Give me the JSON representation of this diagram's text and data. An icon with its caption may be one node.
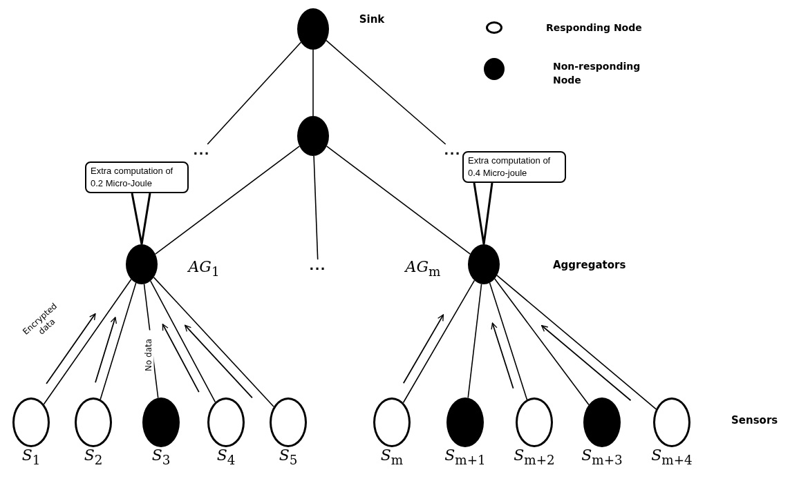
{
  "diagram": {
    "nodes": [
      {
        "text": [],
        "shape": "circle",
        "beside": [
          "Sink"
        ]
      },
      {
        "text": [],
        "shape": "circle"
      },
      {
        "text": [
          "..."
        ]
      },
      {
        "text": [
          "..."
        ]
      },
      {
        "text": [],
        "shape": "circle",
        "beside": [
          "*AG*$_{1}$"
        ]
      },
      {
        "text": [
          "..."
        ]
      },
      {
        "text": [],
        "shape": "circle",
        "beside": [
          "*AG*$_{m}$"
        ]
      },
      {
        "text": [],
        "shape": "circle",
        "beside": [
          "*S*$_{1}$"
        ]
      },
      {
        "text": [],
        "shape": "circle",
        "beside": [
          "*S*$_{2}$"
        ]
      },
      {
        "text": [],
        "shape": "circle",
        "beside": [
          "*S*$_{3}$"
        ]
      },
      {
        "text": [],
        "shape": "circle",
        "beside": [
          "*S*$_{4}$"
        ]
      },
      {
        "text": [],
        "shape": "circle",
        "beside": [
          "*S*$_{5}$"
        ]
      },
      {
        "text": [],
        "shape": "circle",
        "beside": [
          "*S*$_{m}$"
        ]
      },
      {
        "text": [],
        "shape": "circle",
        "beside": [
          "*S*$_{m+1}$"
        ]
      },
      {
        "text": [],
        "shape": "circle",
        "beside": [
          "*S*$_{m+2}$"
        ]
      },
      {
        "text": [],
        "shape": "circle",
        "beside": [
          "*S*$_{m+3}$"
        ]
      },
      {
        "text": [],
        "shape": "circle",
        "beside": [
          "*S*$_{m+4}$"
        ]
      },
      {
        "text": [
          "Extra computation of 0.2 Micro-Joule"
        ]
      },
      {
        "text": [
          "Extra computation of  0.4 Micro-joule"
        ]
      }
    ],
    "edges": [
      {
        "from": 0,
        "to": 1,
        "arrow": "none"
      },
      {
        "from": 0,
        "to": 2,
        "arrow": "none"
      },
      {
        "from": 0,
        "to": 3,
        "arrow": "none"
      },
      {
        "from": 1,
        "to": 4,
        "arrow": "none"
      },
      {
        "from": 1,
        "to": 5,
        "arrow": "none"
      },
      {
        "from": 1,
        "to": 6,
        "arrow": "none"
      },
      {
        "from": 7,
        "to": 4,
        "arrow": "none",
        "label": "Encrypted data"
      },
      {
        "from": 8,
        "to": 4,
        "arrow": "none"
      },
      {
        "from": 9,
        "to": 4,
        "arrow": "none",
        "label": "No data"
      },
      {
        "from": 10,
        "to": 4,
        "arrow": "none"
      },
      {
        "from": 11,
        "to": 4,
        "arrow": "none"
      },
      {
        "from": 12,
        "to": 6,
        "arrow": "none"
      },
      {
        "from": 13,
        "to": 6,
        "arrow": "none"
      },
      {
        "from": 14,
        "to": 6,
        "arrow": "none"
      },
      {
        "from": 15,
        "to": 6,
        "arrow": "none"
      },
      {
        "from": 16,
        "to": 6,
        "arrow": "none"
      },
      {
        "from": 17,
        "to": 4,
        "arrow": "none"
      },
      {
        "from": 18,
        "to": 6,
        "arrow": "none"
      }
    ],
    "labels": [
      "Aggregators",
      "Sensors"
    ],
    "legend": [
      {
        "text": "Responding Node"
      },
      {
        "text": "Non-responding Node"
      }
    ]
  }
}
